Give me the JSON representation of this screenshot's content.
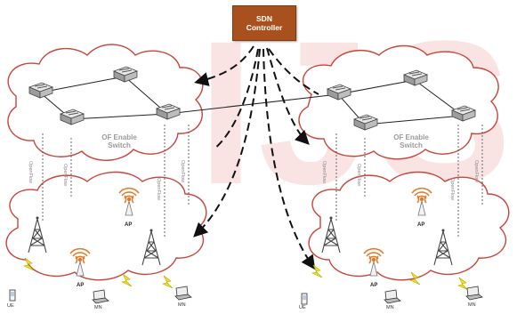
{
  "controller": {
    "line1": "SDN",
    "line2": "Controller"
  },
  "switch_domain_label": {
    "line1": "OF Enable",
    "line2": "Switch"
  },
  "openflow_label": "OpenFlow",
  "ap_label": "AP",
  "mn_label": "MN",
  "ue_label": "UE",
  "watermark": "IJS",
  "colors": {
    "controller": "#a9511e",
    "cloud_stroke": "#c9443a",
    "signal": "#e07a2a",
    "lightning": "#f1e21a"
  }
}
